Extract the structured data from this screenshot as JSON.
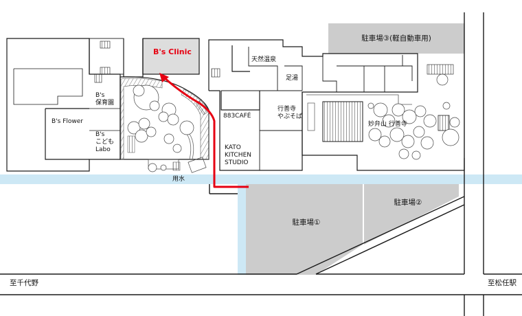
{
  "colors": {
    "water": "#cde8f5",
    "parking": "#cccccc",
    "clinic_bg": "#dddddd",
    "route": "#e60012",
    "building_line": "#1a1a1a",
    "tree_line": "#444444"
  },
  "labels": {
    "bs_clinic": "B's Clinic",
    "parking_3": "駐車場③(軽自動車用)",
    "tennen_onsen": "天然温泉",
    "ashiyu": "足湯",
    "bs_nursery": "B's\n保育園",
    "bs_flower": "B's Flower",
    "bs_kodomo_labo": "B's\nこども\nLabo",
    "cafe_883": "883CAFÉ",
    "gyokuzenji_yabusoba": "行善寺\nやぶそば",
    "myobenzan_gyokuzenji": "妙弁山 行善寺",
    "kato_kitchen": "KATO\nKITCHEN\nSTUDIO",
    "yosui": "用水",
    "parking_1": "駐車場①",
    "parking_2": "駐車場②",
    "to_chiyono": "至千代野",
    "to_matsuto_station": "至松任駅"
  }
}
